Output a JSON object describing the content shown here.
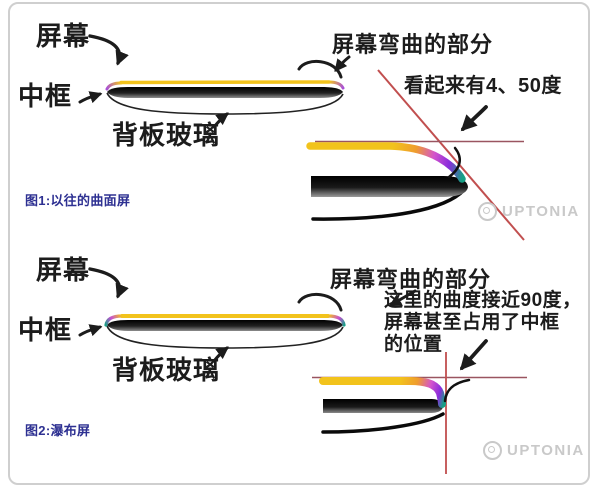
{
  "watermark": {
    "text": "UPTONIA"
  },
  "colors": {
    "screen_yellow": "#f2c31c",
    "bend_magenta": "#d454cc",
    "bend_purple": "#8a2cdc",
    "bend_teal": "#16a085",
    "guide_red": "#c14f4f",
    "guide_maroon": "#9a5560",
    "caption_blue": "#2e3192",
    "ink": "#1c1c1c",
    "watermark_gray": "#c9c9c9"
  },
  "figure1": {
    "caption": "图1:以往的曲面屏",
    "labels": {
      "screen": "屏幕",
      "mid_frame": "中框",
      "back_glass": "背板玻璃",
      "bend_part": "屏幕弯曲的部分",
      "angle_note": "看起来有4、50度"
    }
  },
  "figure2": {
    "caption": "图2:瀑布屏",
    "labels": {
      "screen": "屏幕",
      "mid_frame": "中框",
      "back_glass": "背板玻璃",
      "bend_part": "屏幕弯曲的部分"
    },
    "note": {
      "line1": "这里的曲度接近90度，",
      "line2": "屏幕甚至占用了中框",
      "line3": "的位置"
    }
  }
}
